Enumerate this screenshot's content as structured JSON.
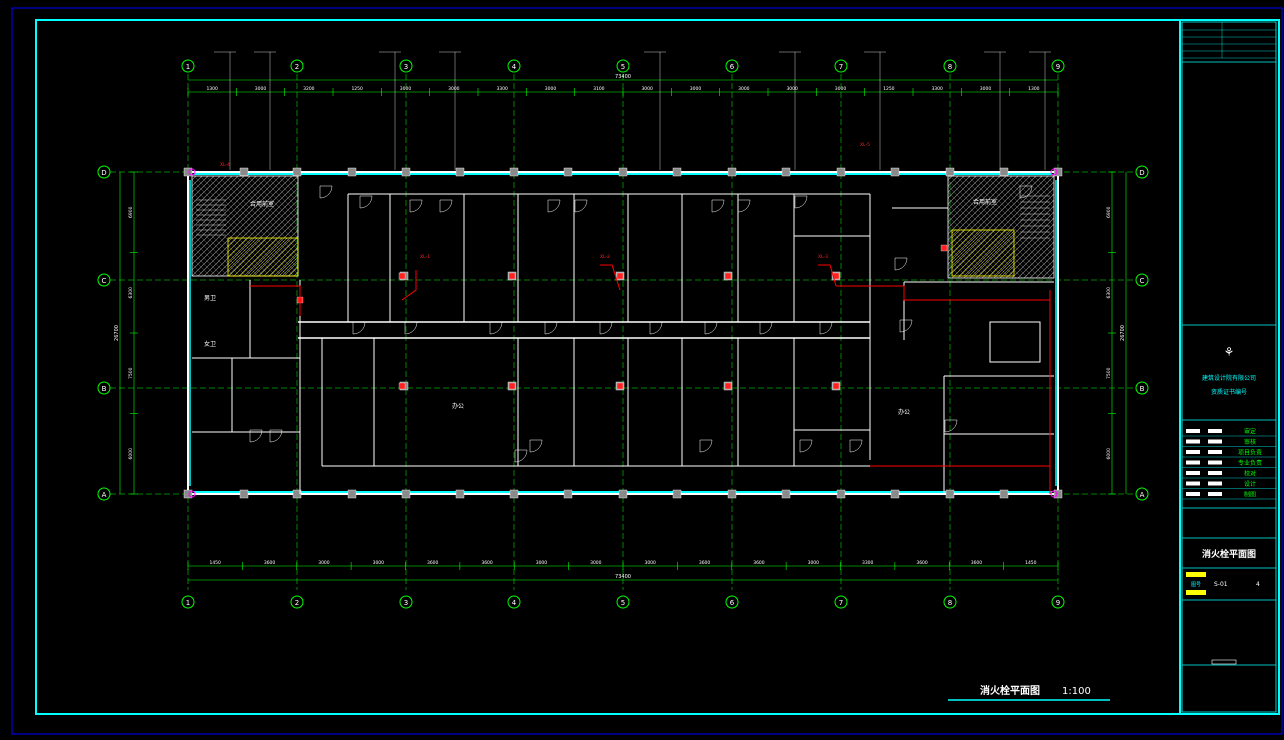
{
  "drawing": {
    "title": "消火栓平面图",
    "scale": "1:100",
    "overall_dimension": "73400",
    "axes_columns": [
      "1",
      "2",
      "3",
      "4",
      "5",
      "6",
      "7",
      "8",
      "9"
    ],
    "axes_rows": [
      "D",
      "C",
      "B",
      "A"
    ],
    "top_dimensions": [
      "1300",
      "3000",
      "3200",
      "1250",
      "3000",
      "3000",
      "3300",
      "3000",
      "3100",
      "3000",
      "3000",
      "3000",
      "3000",
      "3000",
      "1250",
      "3300",
      "3000",
      "1300"
    ],
    "bottom_dimensions": [
      "1450",
      "3600",
      "3000",
      "3000",
      "3600",
      "3600",
      "3000",
      "3000",
      "3000",
      "3600",
      "3600",
      "3000",
      "3300",
      "3600",
      "3600",
      "1450"
    ],
    "left_dimensions": [
      "6900",
      "6300",
      "7500",
      "6000"
    ],
    "left_total": "26700",
    "right_dimensions": [
      "6900",
      "6300",
      "7500",
      "6000"
    ],
    "right_total": "26700",
    "room_labels": [
      {
        "id": "stair-left",
        "text": "合用前室"
      },
      {
        "id": "stair-right",
        "text": "合用前室"
      },
      {
        "id": "wc-1",
        "text": "男卫"
      },
      {
        "id": "wc-2",
        "text": "女卫"
      },
      {
        "id": "big-office",
        "text": "办公"
      },
      {
        "id": "room-east",
        "text": "办公"
      }
    ],
    "hydrant_tags": [
      "XL-1",
      "XL-2",
      "XL-3",
      "XL-4",
      "XL-5"
    ]
  },
  "title_block": {
    "company_line_1": "建筑设计院有限公司",
    "company_line_2": "资质证书编号",
    "project_name": "消火栓平面图",
    "sheet_label": "图号",
    "sheet_no": "S-01",
    "page_no": "4",
    "role_labels": [
      "审定",
      "审核",
      "项目负责",
      "专业负责",
      "校对",
      "设计",
      "制图"
    ]
  },
  "colors": {
    "frame": "#00ffff",
    "wall": "#ffffff",
    "window": "#00ffff",
    "axis": "#00ff00",
    "hydrant": "#ff2020",
    "pipe": "#ff0000",
    "stair": "#ffff00",
    "dimension": "#00ff00",
    "hatch": "#aaaaaa",
    "title_fill": "#ffff00"
  }
}
